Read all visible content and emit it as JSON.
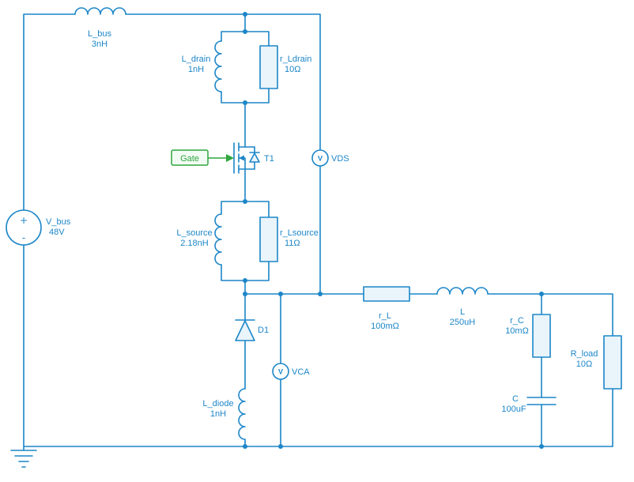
{
  "colors": {
    "wire": "#1C86C8",
    "component_fill": "#E9F4FB",
    "label_text": "#1C86C8",
    "gate_green": "#2FA63F",
    "background": "#FFFFFF"
  },
  "components": {
    "v_bus": {
      "label": "V_bus",
      "value": "48V",
      "plus": "+",
      "minus": "-"
    },
    "l_bus": {
      "label": "L_bus",
      "value": "3nH"
    },
    "l_drain": {
      "label": "L_drain",
      "value": "1nH"
    },
    "r_ldrain": {
      "label": "r_Ldrain",
      "value": "10Ω"
    },
    "gate": {
      "label": "Gate"
    },
    "t1": {
      "label": "T1"
    },
    "vds": {
      "label": "VDS",
      "symbol": "V"
    },
    "l_source": {
      "label": "L_source",
      "value": "2.18nH"
    },
    "r_lsource": {
      "label": "r_Lsource",
      "value": "11Ω"
    },
    "d1": {
      "label": "D1"
    },
    "vca": {
      "label": "VCA",
      "symbol": "V"
    },
    "l_diode": {
      "label": "L_diode",
      "value": "1nH"
    },
    "r_l": {
      "label": "r_L",
      "value": "100mΩ"
    },
    "l_filter": {
      "label": "L",
      "value": "250uH"
    },
    "r_c": {
      "label": "r_C",
      "value": "10mΩ"
    },
    "c_filter": {
      "label": "C",
      "value": "100uF"
    },
    "r_load": {
      "label": "R_load",
      "value": "10Ω"
    }
  }
}
